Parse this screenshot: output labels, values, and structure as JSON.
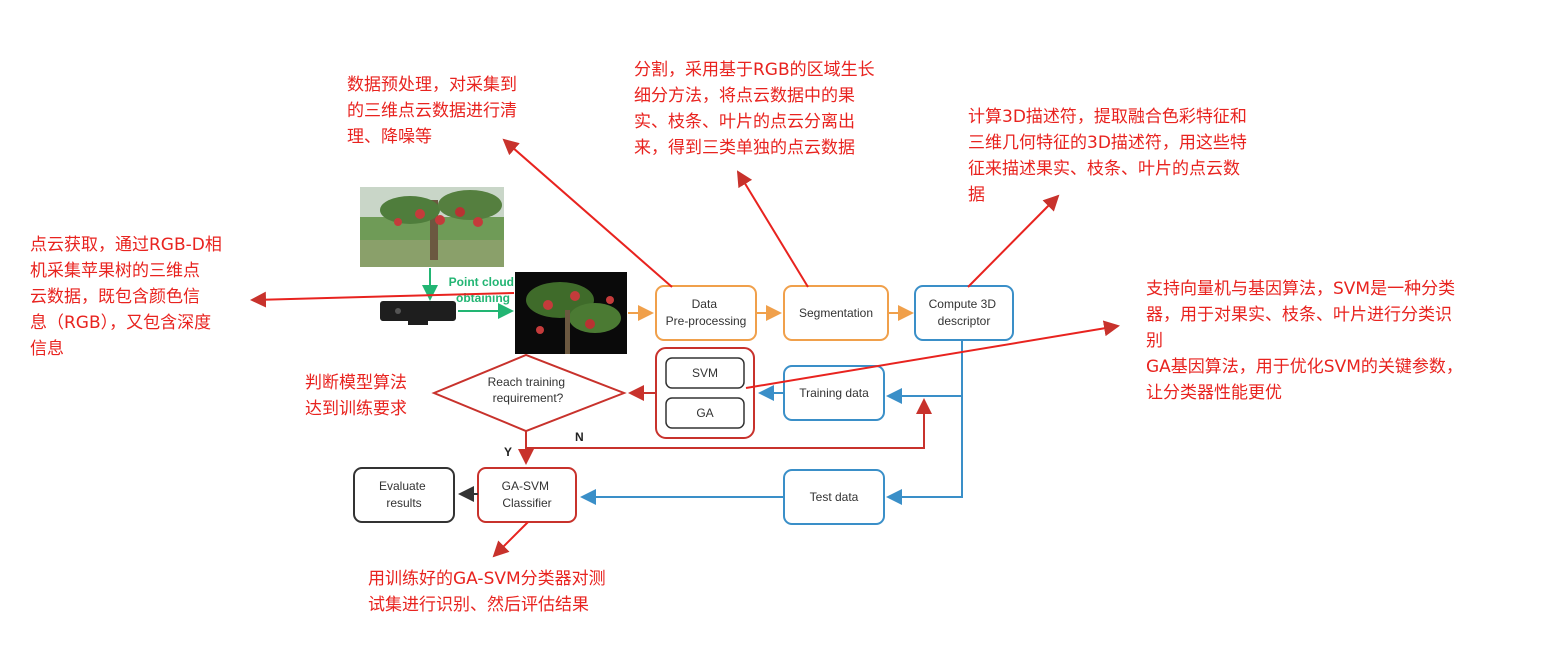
{
  "colors": {
    "orange": "#f0a04b",
    "blue": "#3a8fc8",
    "red": "#c8322c",
    "annotation": "#e8231f",
    "green": "#22b573",
    "dark": "#333333"
  },
  "nodes": {
    "point_cloud": "Point cloud\nobtaining",
    "data_pre": "Data\nPre-processing",
    "segmentation": "Segmentation",
    "compute_3d": "Compute 3D\ndescriptor",
    "training_data": "Training data",
    "svm": "SVM",
    "ga": "GA",
    "reach": "Reach training\nrequirement?",
    "test_data": "Test data",
    "gasvm": "GA-SVM\nClassifier",
    "evaluate": "Evaluate\nresults",
    "yes": "Y",
    "no": "N"
  },
  "annotations": {
    "point_cloud": "点云获取，通过RGB-D相\n机采集苹果树的三维点\n云数据，既包含颜色信\n息（RGB），又包含深度\n信息",
    "preprocess": "数据预处理，对采集到\n的三维点云数据进行清\n理、降噪等",
    "segmentation": "分割，采用基于RGB的区域生长\n细分方法，将点云数据中的果\n实、枝条、叶片的点云分离出\n来，得到三类单独的点云数据",
    "descriptor": "计算3D描述符，提取融合色彩特征和\n三维几何特征的3D描述符，用这些特\n征来描述果实、枝条、叶片的点云数\n据",
    "svm_ga": "支持向量机与基因算法，SVM是一种分类\n器，用于对果实、枝条、叶片进行分类识\n别\nGA基因算法，用于优化SVM的关键参数，\n让分类器性能更优",
    "judge": "判断模型算法\n达到训练要求",
    "classify": "用训练好的GA-SVM分类器对测\n试集进行识别、然后评估结果"
  }
}
